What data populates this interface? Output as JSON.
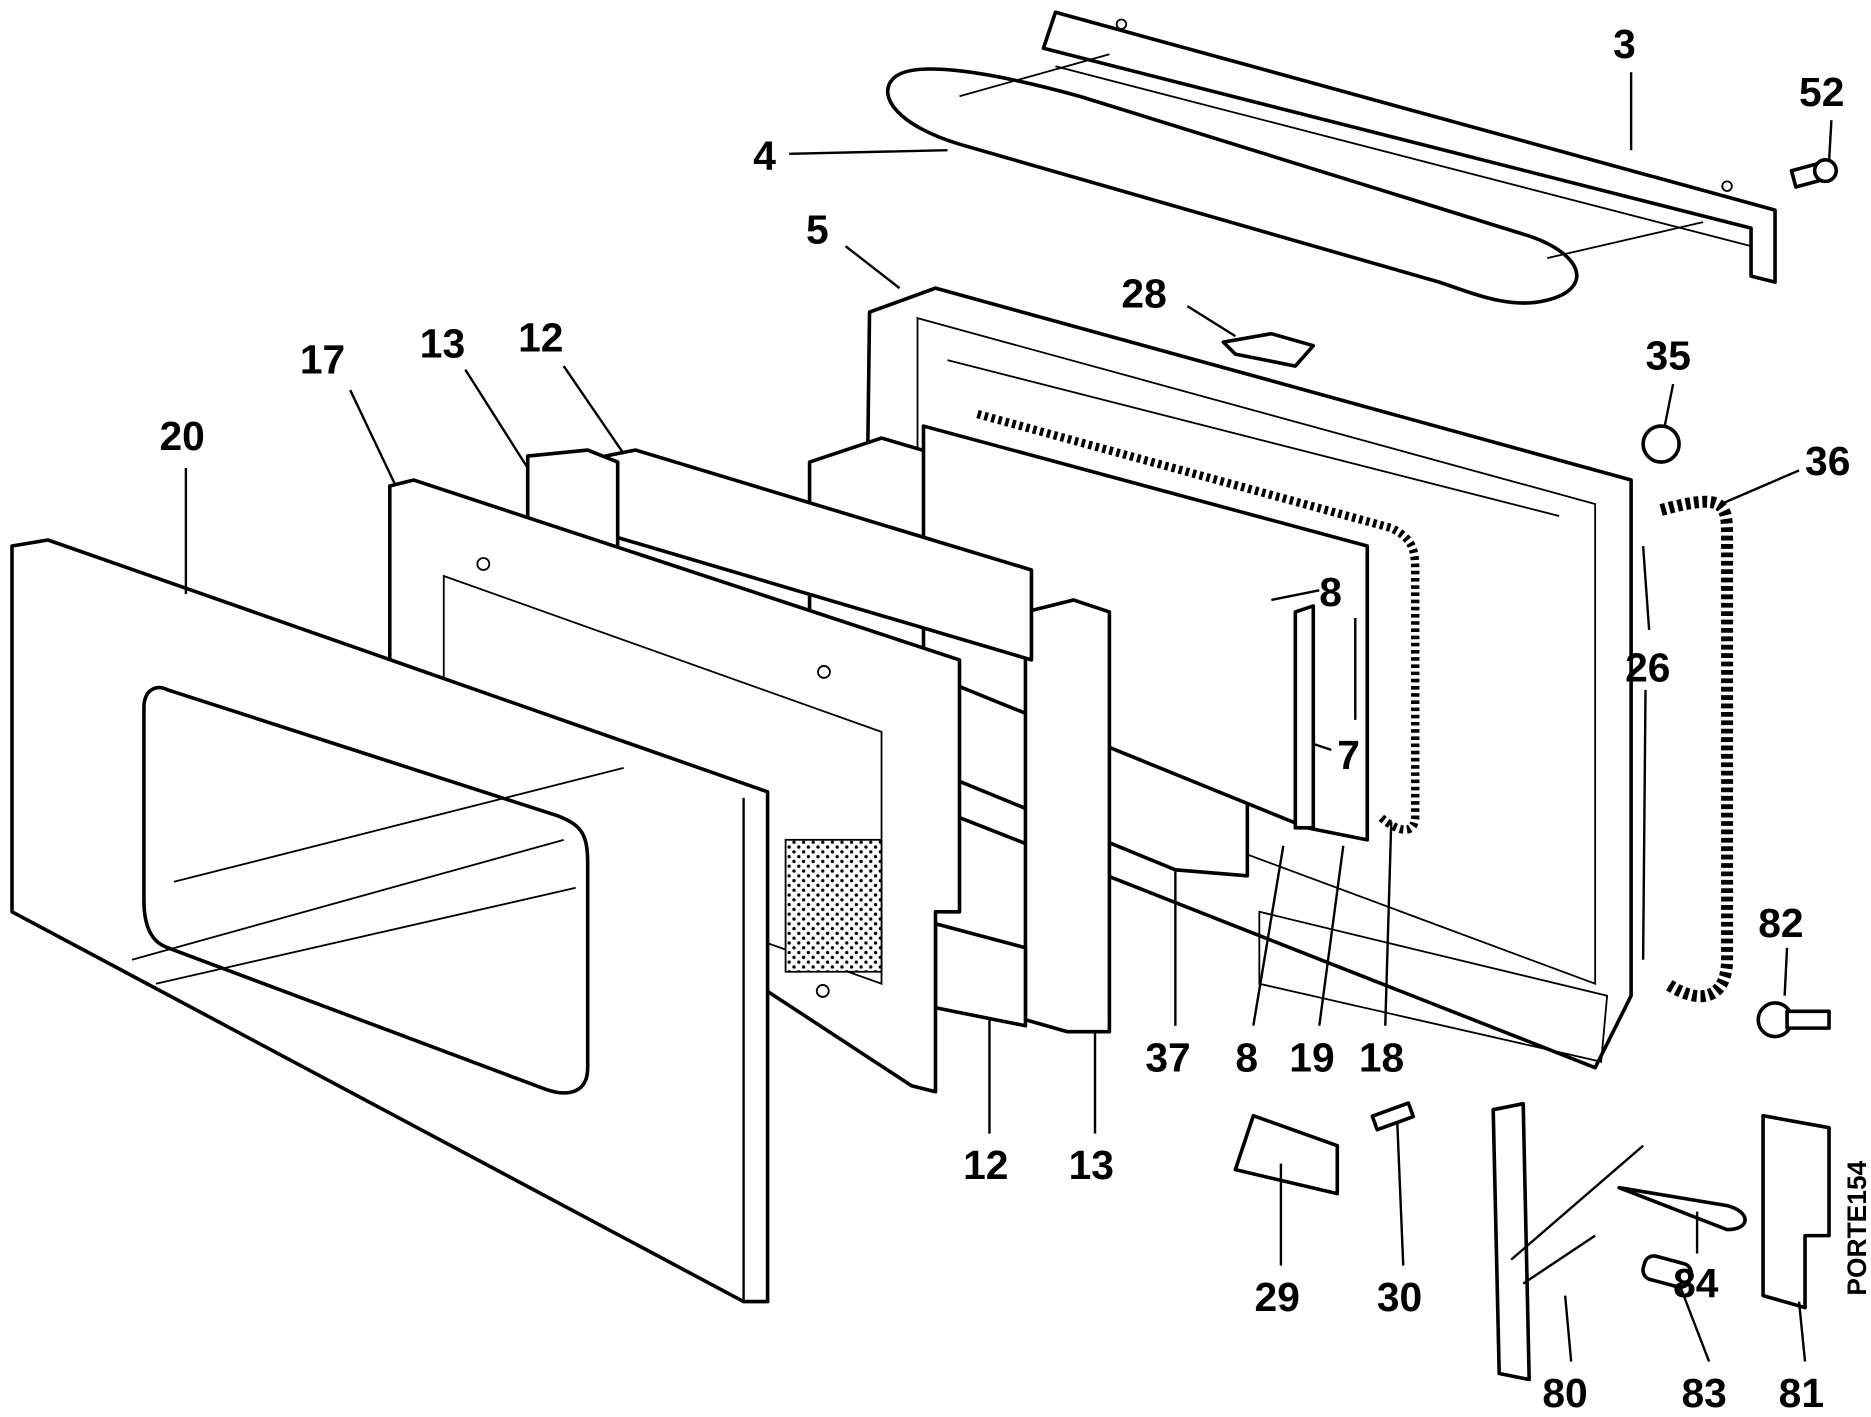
{
  "diagram": {
    "code": "PORTE154",
    "labels": {
      "p3": "3",
      "p52": "52",
      "p4": "4",
      "p5": "5",
      "p28": "28",
      "p35": "35",
      "p36": "36",
      "p17": "17",
      "p13a": "13",
      "p12a": "12",
      "p20": "20",
      "p8a": "8",
      "p7": "7",
      "p26": "26",
      "p82": "82",
      "p37": "37",
      "p8b": "8",
      "p19": "19",
      "p18": "18",
      "p12b": "12",
      "p13b": "13",
      "p29": "29",
      "p30": "30",
      "p84": "84",
      "p80": "80",
      "p83": "83",
      "p81": "81"
    }
  }
}
